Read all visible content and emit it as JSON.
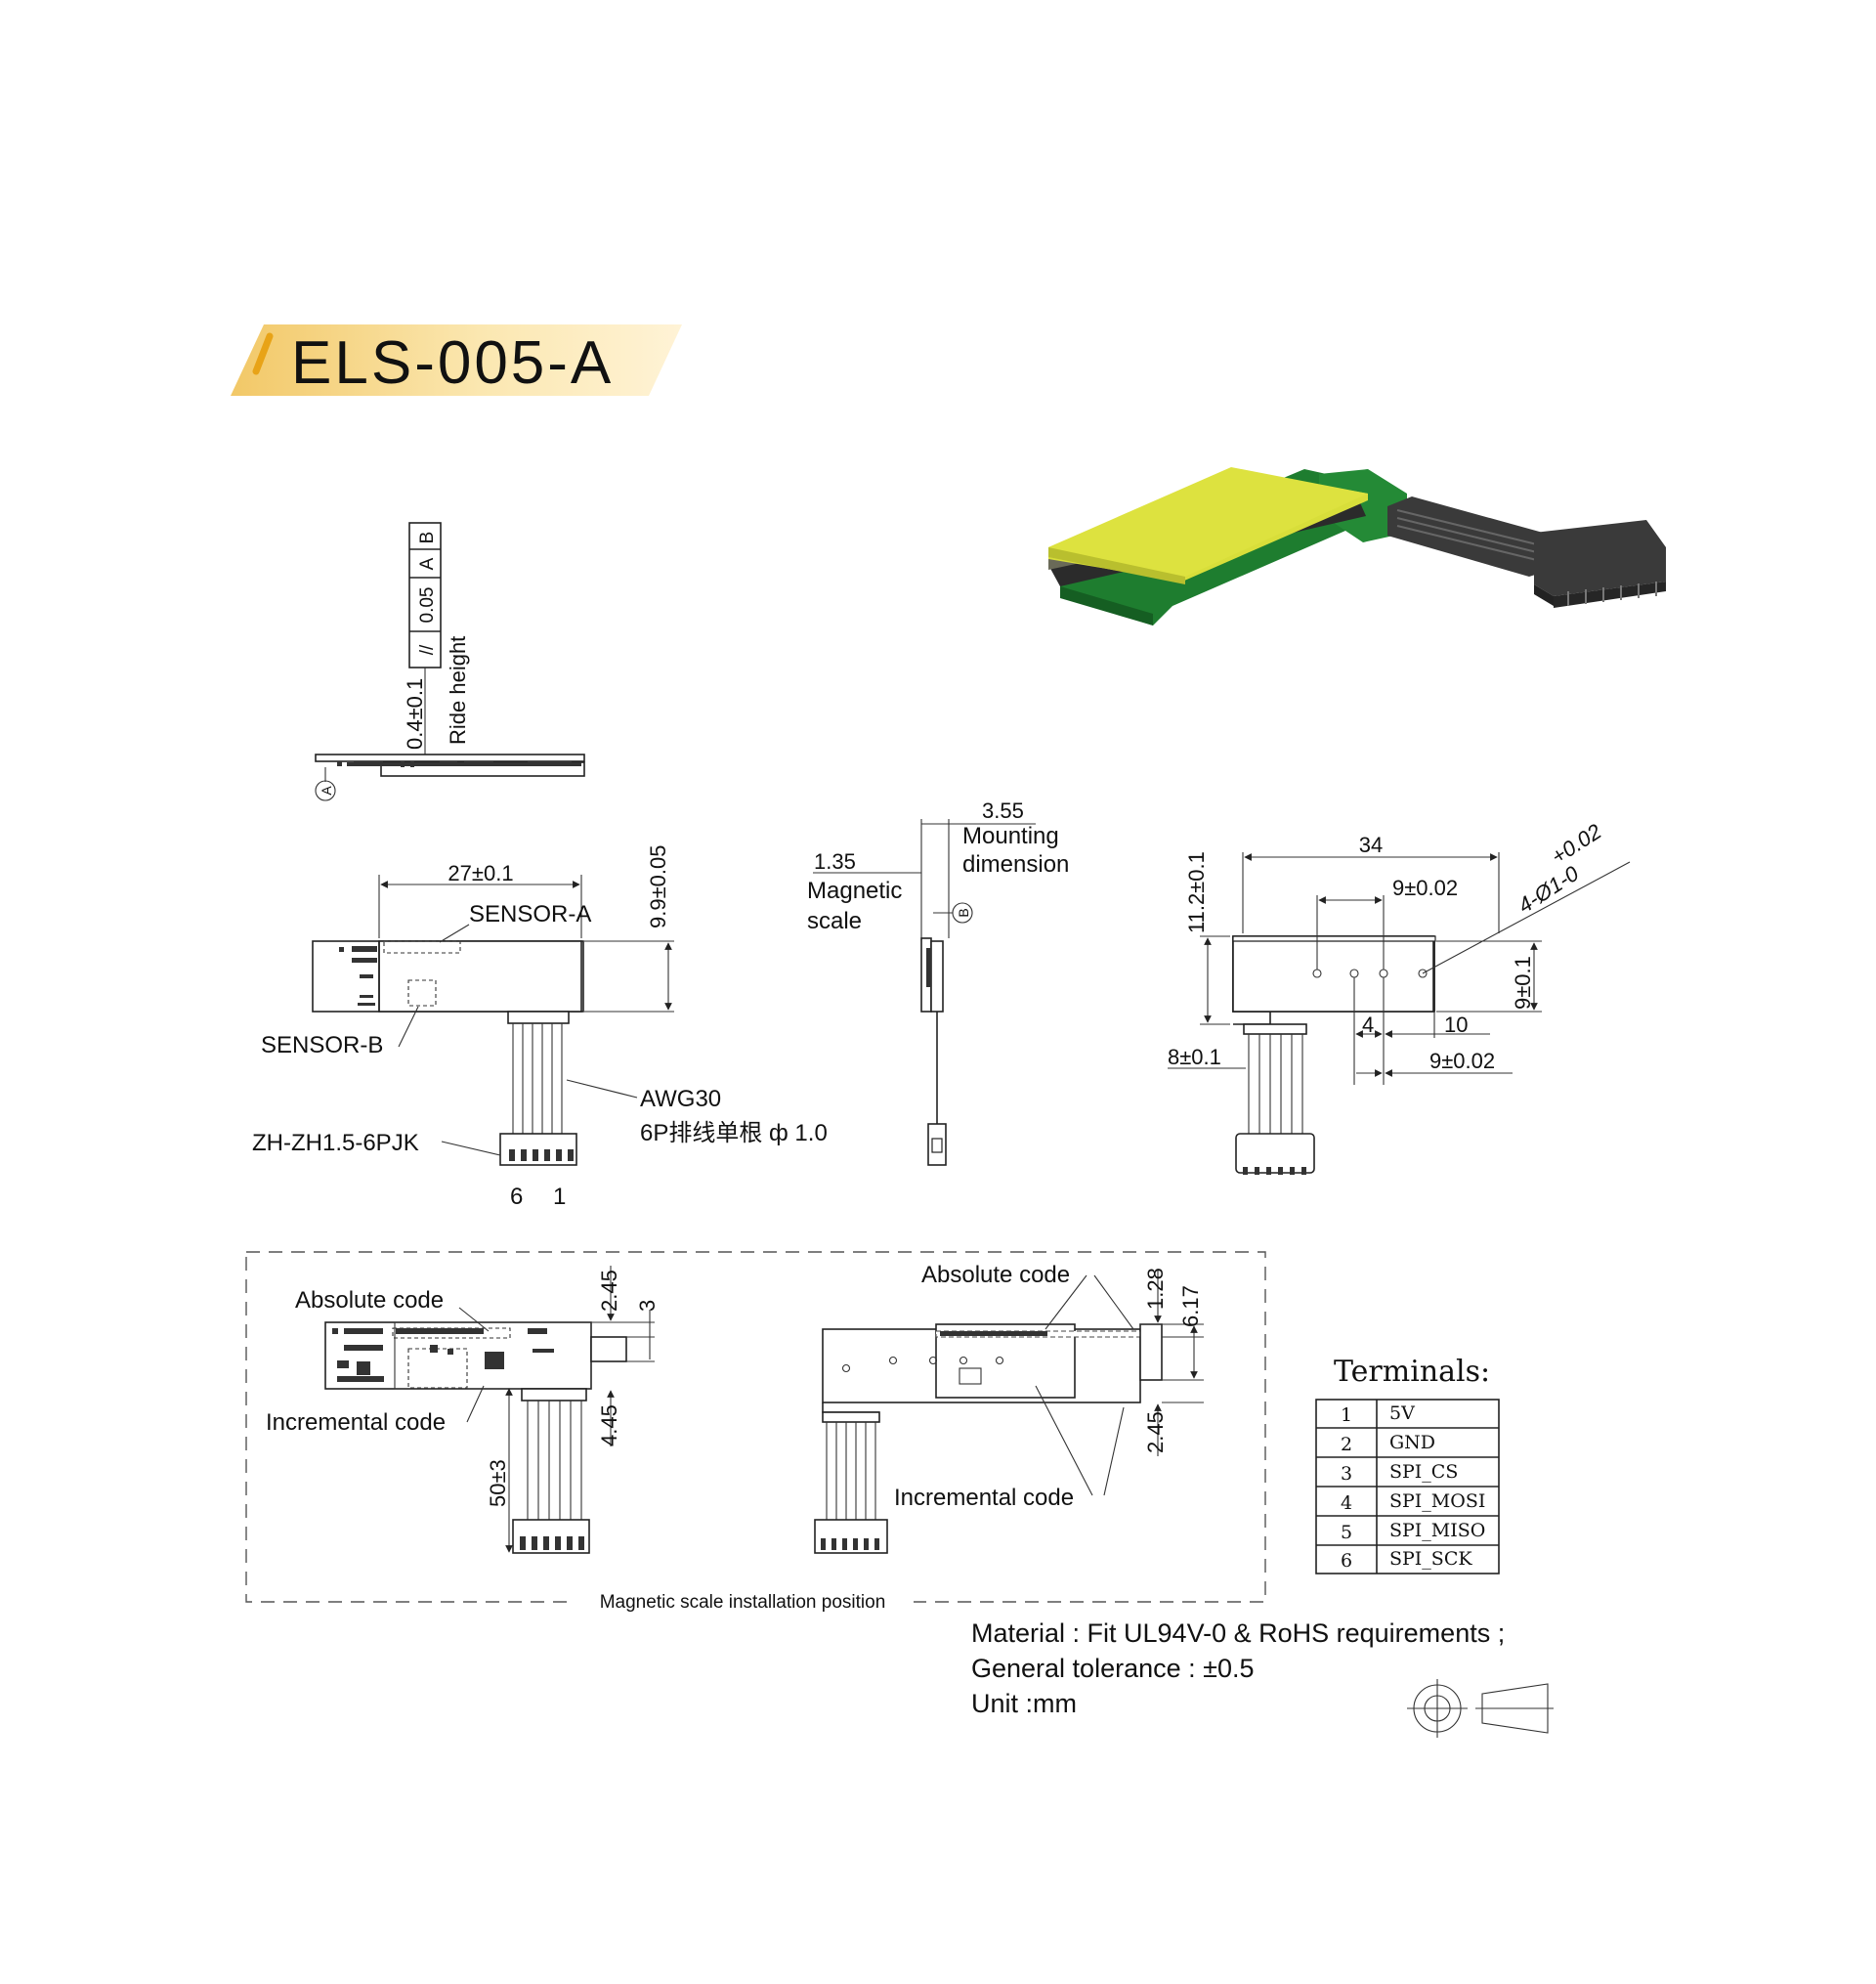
{
  "title": "ELS-005-A",
  "colors": {
    "banner": "#f7d98a",
    "banner_edge": "#e8a317",
    "pcb_green": "#1e7d2f",
    "scale_yellow": "#d8de3a",
    "cable": "#444444"
  },
  "side_view": {
    "tolerance_frame": [
      "//",
      "0.05",
      "A",
      "B"
    ],
    "ride_height_value": "0.4±0.1",
    "ride_height_label": "Ride height",
    "datum_a": "A"
  },
  "top_view": {
    "width_dim": "27±0.1",
    "height_dim": "9.9±0.05",
    "sensor_a": "SENSOR-A",
    "sensor_b": "SENSOR-B",
    "cable_note_1": "AWG30",
    "cable_note_2": "6P排线单根 ф 1.0",
    "connector": "ZH-ZH1.5-6PJK",
    "pin_left": "6",
    "pin_right": "1"
  },
  "mounting_view": {
    "dim_355": "3.55",
    "mounting_label_1": "Mounting",
    "mounting_label_2": "dimension",
    "dim_135": "1.35",
    "magnetic_label_1": "Magnetic",
    "magnetic_label_2": "scale",
    "datum_b": "B"
  },
  "back_view": {
    "dim_34": "34",
    "dim_11_2": "11.2±0.1",
    "dim_9_002_top": "9±0.02",
    "hole_spec_1": "4-Ø1-0",
    "hole_spec_2": "+0.02",
    "dim_9_01": "9±0.1",
    "dim_4": "4",
    "dim_10": "10",
    "dim_8_01": "8±0.1",
    "dim_9_002_bottom": "9±0.02"
  },
  "install": {
    "abs_left": "Absolute code",
    "inc_left": "Incremental code",
    "dim_245_top": "2.45",
    "dim_3": "3",
    "dim_445": "4.45",
    "dim_50": "50±3",
    "abs_right": "Absolute code",
    "inc_right": "Incremental code",
    "dim_128": "1.28",
    "dim_617": "6.17",
    "dim_245_right": "2.45",
    "caption": "Magnetic scale installation position"
  },
  "terminals": {
    "title": "Terminals:",
    "rows": [
      {
        "pin": "1",
        "signal": "5V"
      },
      {
        "pin": "2",
        "signal": "GND"
      },
      {
        "pin": "3",
        "signal": "SPI_CS"
      },
      {
        "pin": "4",
        "signal": "SPI_MOSI"
      },
      {
        "pin": "5",
        "signal": "SPI_MISO"
      },
      {
        "pin": "6",
        "signal": "SPI_SCK"
      }
    ]
  },
  "notes": {
    "material": "Material : Fit UL94V-0 & RoHS requirements ;",
    "tolerance": "General tolerance : ±0.5",
    "unit": "Unit :mm"
  }
}
